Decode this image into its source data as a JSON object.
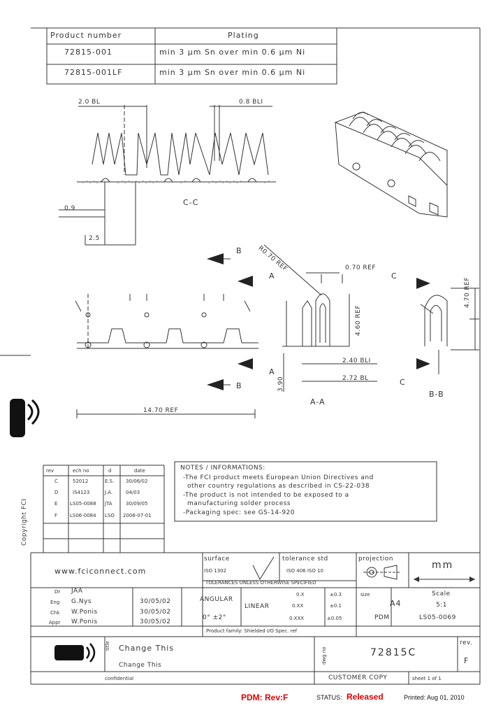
{
  "plating_table": {
    "col_product": "Product number",
    "col_plating": "Plating",
    "rows": [
      {
        "part": "72815-001",
        "plating": "min 3 µm Sn over min 0.6 µm Ni"
      },
      {
        "part": "72815-001LF",
        "plating": "min 3 µm Sn over min 0.6 µm Ni"
      }
    ]
  },
  "dimensions": {
    "d_2_0": "2.0 BL",
    "d_0_8": "0.8 BLI",
    "d_0_9": "0.9",
    "d_2_5": "2.5",
    "section_cc": "C-C",
    "r_label": "R0.70 REF",
    "r_070": "0.70 REF",
    "h_470": "4.70 REF",
    "h_460": "4.60 REF",
    "d_240": "2.40 BLI",
    "d_272": "2.72 BL",
    "d_390": "3.90",
    "d_1470": "14.70 REF",
    "section_aa": "A-A",
    "section_bb": "B-B",
    "lbl_a1": "A",
    "lbl_a2": "A",
    "lbl_b1": "B",
    "lbl_b2": "B",
    "lbl_c1": "C",
    "lbl_c2": "C"
  },
  "revision_table": {
    "headers": [
      "rev",
      "ech no",
      "d",
      "date"
    ],
    "rows": [
      {
        "rev": "C",
        "ech": "52012",
        "by": "E.S.",
        "date": "30/06/02"
      },
      {
        "rev": "D",
        "ech": "IS4123",
        "by": "J.A.",
        "date": "04/03"
      },
      {
        "rev": "E",
        "ech": "LS05-0088",
        "by": "JTA",
        "date": "30/09/05"
      },
      {
        "rev": "F",
        "ech": "LS06-0084",
        "by": "LSO",
        "date": "2006-07-01"
      }
    ]
  },
  "notes": {
    "title": "NOTES / INFORMATIONS:",
    "lines": [
      "-The FCI product meets European Union Directives and",
      "other country regulations as described in CS-22-038",
      "-The product is not intended to be exposed to a",
      "manufacturing solder process",
      "-Packaging spec: see GS-14-920"
    ]
  },
  "copyright": "Copyright FCI",
  "title_block": {
    "website": "www.fciconnect.com",
    "surface_label": "surface",
    "surface_std": "ISO 1302",
    "tolerance_label": "tolerance std",
    "tolerance_std": "ISO 406    ISO 10",
    "tolerance_note": "TOLERANCES UNLESS OTHERWISE SPECIFIED",
    "projection_label": "projection",
    "units": "mm",
    "dr_label": "Dr",
    "dr_name": "JAA",
    "eng_label": "Eng",
    "eng_name": "G.Nys",
    "eng_date": "30/05/02",
    "chk_label": "Chk",
    "chk_name": "W.Ponis",
    "chk_date": "30/05/02",
    "appr_label": "Appr",
    "appr_name": "W.Ponis",
    "appr_date": "30/05/02",
    "angular": "ANGULAR",
    "ang_tol": "0° ±2°",
    "linear": "LINEAR",
    "tol_x": "0.X",
    "tol_x_v": "±0.3",
    "tol_xx": "0.XX",
    "tol_xx_v": "±0.1",
    "tol_xxx": "0.XXX",
    "tol_xxx_v": "±0.05",
    "size_label": "size",
    "size_val": "A4",
    "scale_label": "Scale",
    "scale_val": "5:1",
    "pdm_num": "PDM",
    "pdm_spec": "LS05-0069",
    "product_family": "Product family: Shielded I/O Spec. ref",
    "title_label": "title",
    "title_1": "Change This",
    "title_2": "Change This",
    "dwg_label": "dwg no",
    "dwg_no": "72815C",
    "rev_label": "rev.",
    "rev_val": "F",
    "company": "confidential",
    "customer_copy": "CUSTOMER COPY",
    "sheet": "sheet 1 of 1"
  },
  "footer": {
    "pdm": "PDM: Rev:F",
    "status_label": "STATUS:",
    "status_value": "Released",
    "printed": "Printed: Aug 01, 2010"
  }
}
